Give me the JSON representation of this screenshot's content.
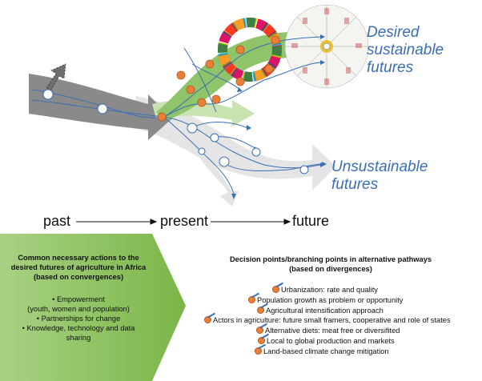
{
  "labels": {
    "desired_line1": "Desired sustainable",
    "desired_line2": "futures",
    "unsustainable_line1": "Unsustainable",
    "unsustainable_line2": "futures"
  },
  "timeline": {
    "past": "past",
    "present": "present",
    "future": "future"
  },
  "convergence": {
    "title": "Common necessary actions to the desired futures of agriculture in Africa (based on convergences)",
    "items": [
      "Empowerment",
      "(youth, women and population)",
      "Partnerships for change",
      "Knowledge, technology and data sharing"
    ]
  },
  "divergence": {
    "title": "Decision points/branching points in alternative pathways (based on divergences)",
    "items": [
      "Urbanization: rate and quality",
      "Population growth as problem or opportunity",
      "Agricultural intensification approach",
      "Actors in agriculture: future small framers, cooperative and role of states",
      "Alternative diets: meat free or diversifited",
      "Local to global production and markets",
      "Land-based climate change mitigation"
    ]
  },
  "colors": {
    "past_arrow": "#8a8a8a",
    "green_arrow": "#8fc46a",
    "light_green": "#c9e3b0",
    "unsustainable_arrow": "#e4e4e4",
    "node_orange": "#e8803a",
    "path_blue": "#3a6fb5",
    "text_blue": "#3a6fb5",
    "box_green": "#7ab648"
  }
}
